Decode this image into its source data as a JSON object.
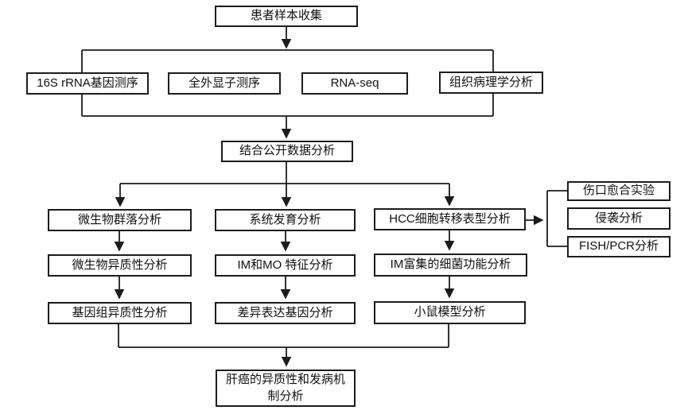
{
  "colors": {
    "background": "#ffffff",
    "line": "#1c1c1c",
    "box_border": "#1c1c1c",
    "box_fill": "#ffffff",
    "text": "#111111"
  },
  "nodes": {
    "patient_sample": "患者样本收集",
    "rrna_16s": "16S rRNA基因测序",
    "wes": "全外显子测序",
    "rna_seq": "RNA-seq",
    "histopathology": "组织病理学分析",
    "public_data": "结合公开数据分析",
    "microbial_community": "微生物群落分析",
    "phylogenetic": "系统发育分析",
    "hcc_metastasis": "HCC细胞转移表型分析",
    "wound_healing": "伤口愈合实验",
    "invasion": "侵袭分析",
    "fish_pcr": "FISH/PCR分析",
    "microbial_heterogeneity": "微生物异质性分析",
    "im_mo_features": "IM和MO 特征分析",
    "im_bacteria_function": "IM富集的细菌功能分析",
    "genomic_heterogeneity": "基因组异质性分析",
    "deg": "差异表达基因分析",
    "mouse_model": "小鼠模型分析",
    "final": "肝癌的异质性和发病机\n制分析"
  }
}
